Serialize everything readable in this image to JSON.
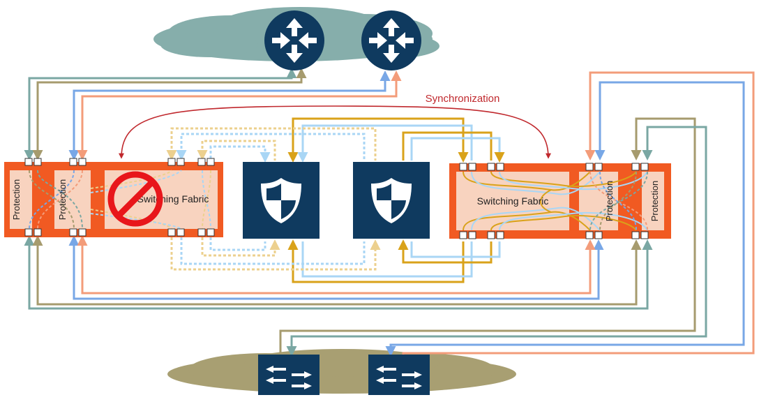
{
  "labels": {
    "synchronization": "Synchronization",
    "switching_fabric_left": "Switching Fabric",
    "switching_fabric_right": "Switching Fabric",
    "protection_left_1": "Protection",
    "protection_left_2": "Protection",
    "protection_right_1": "Protection",
    "protection_right_2": "Protection"
  },
  "colors": {
    "cloud_top": "#86aeab",
    "cloud_bottom": "#a89f72",
    "switch_orange": "#f15a22",
    "panel_pink": "#f8d3bf",
    "node_navy": "#0f3a5f",
    "line_teal": "#7aa7a3",
    "line_olive": "#a69b6e",
    "line_blue": "#78a7e6",
    "line_salmon": "#f39c7a",
    "line_gold": "#d9a21a",
    "line_lightblue": "#a9d6f5",
    "sync_red": "#c0282d",
    "prohibited_red": "#e8161b"
  },
  "icons": {
    "router_1": "router-icon",
    "router_2": "router-icon",
    "firewall_1": "shield-icon",
    "firewall_2": "shield-icon",
    "switch_1": "switch-icon",
    "switch_2": "switch-icon",
    "failed_fabric": "prohibited-icon"
  }
}
